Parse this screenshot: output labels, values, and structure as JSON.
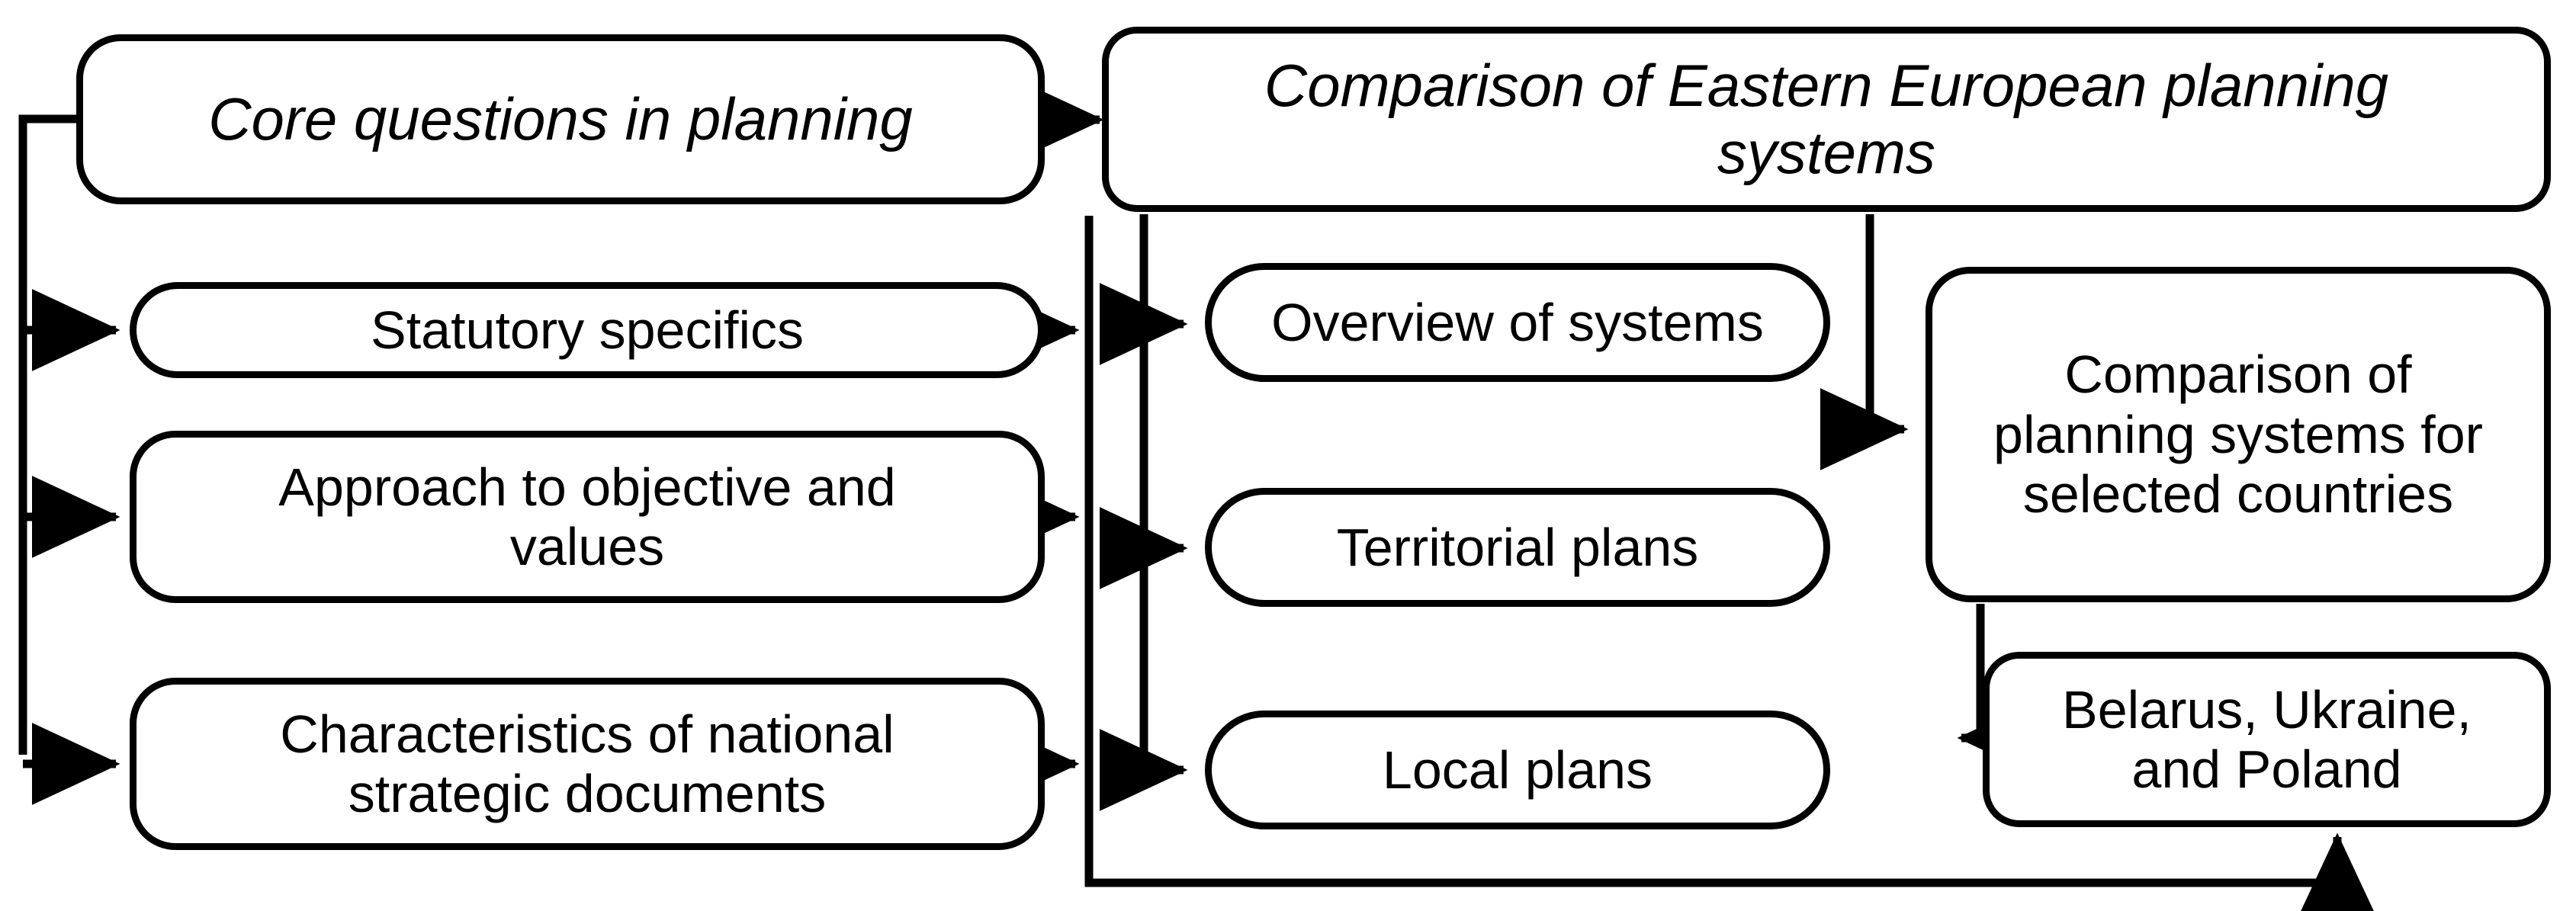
{
  "diagram": {
    "title_top_left": "Core questions in planning",
    "title_top_right": "Comparison of Eastern European planning\nsystems",
    "left_column": [
      {
        "id": "statutory-specifics",
        "label": "Statutory specifics"
      },
      {
        "id": "approach-objective",
        "label": "Approach to objective and\nvalues"
      },
      {
        "id": "characteristics-national",
        "label": "Characteristics of national\nstrategic documents"
      }
    ],
    "middle_column": [
      {
        "id": "overview-systems",
        "label": "Overview of systems"
      },
      {
        "id": "territorial-plans",
        "label": "Territorial plans"
      },
      {
        "id": "local-plans",
        "label": "Local plans"
      }
    ],
    "right_column": [
      {
        "id": "comparison-selected",
        "label": "Comparison of\nplanning systems for\nselected countries"
      },
      {
        "id": "belarus-ukraine-poland",
        "label": "Belarus, Ukraine,\nand Poland"
      }
    ],
    "colors": {
      "stroke": "#000000",
      "fill": "#ffffff",
      "text": "#000000"
    }
  }
}
